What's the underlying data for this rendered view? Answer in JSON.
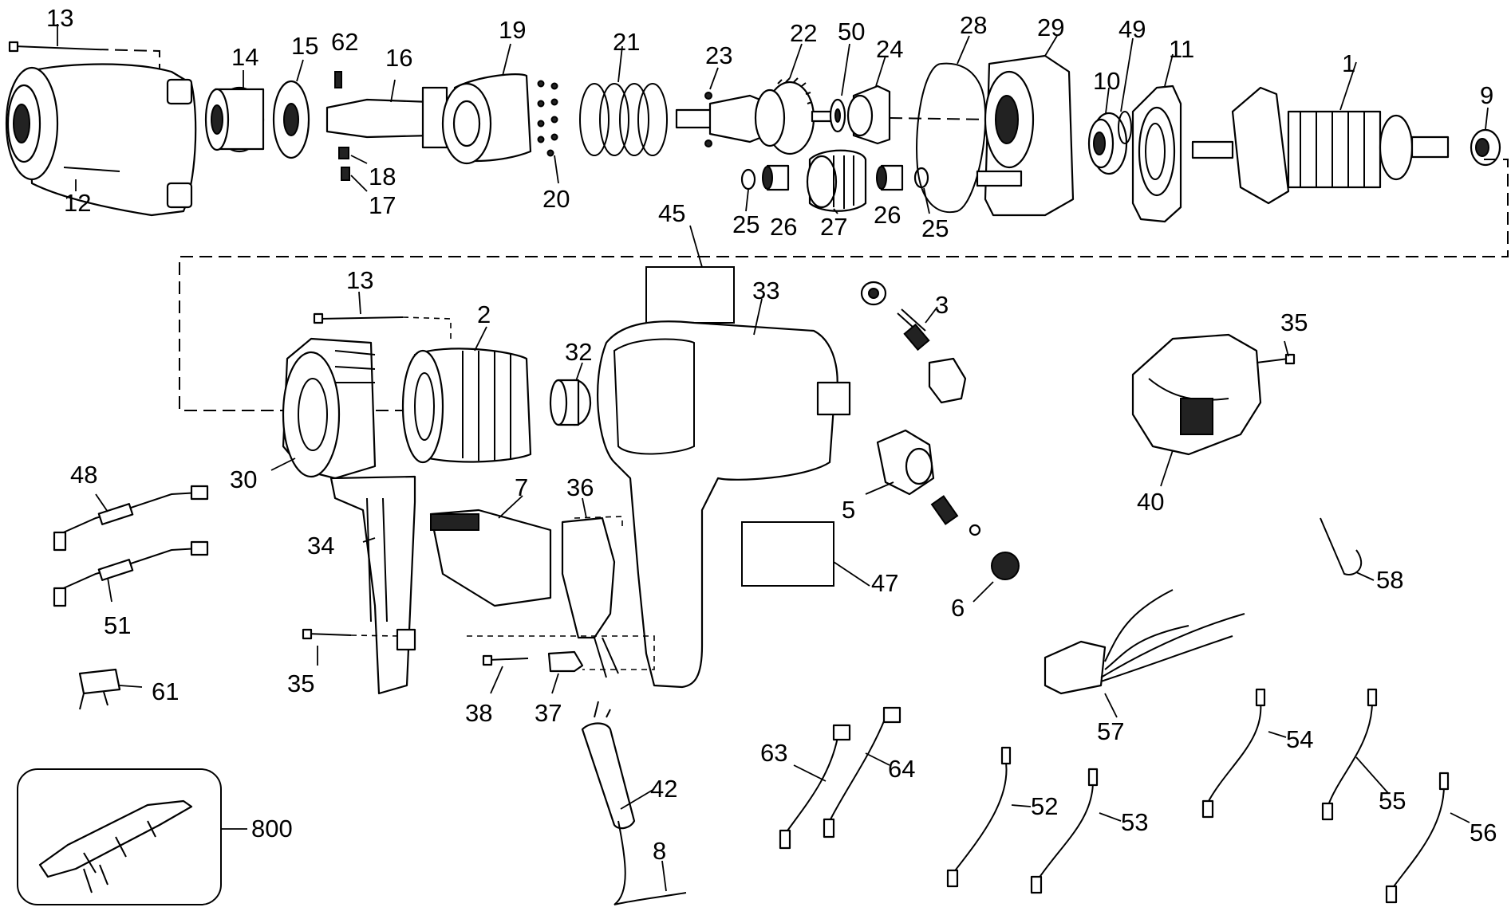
{
  "callouts": {
    "c1": "1",
    "c2": "2",
    "c3": "3",
    "c5": "5",
    "c6": "6",
    "c7": "7",
    "c8": "8",
    "c9": "9",
    "c10": "10",
    "c11": "11",
    "c12": "12",
    "c13a": "13",
    "c13b": "13",
    "c14": "14",
    "c15": "15",
    "c16": "16",
    "c17": "17",
    "c18": "18",
    "c19": "19",
    "c20": "20",
    "c21": "21",
    "c22": "22",
    "c23": "23",
    "c24": "24",
    "c25a": "25",
    "c25b": "25",
    "c26a": "26",
    "c26b": "26",
    "c27": "27",
    "c28": "28",
    "c29": "29",
    "c30": "30",
    "c32": "32",
    "c33": "33",
    "c34": "34",
    "c35a": "35",
    "c35b": "35",
    "c36": "36",
    "c37": "37",
    "c38": "38",
    "c40": "40",
    "c42": "42",
    "c45": "45",
    "c47": "47",
    "c48": "48",
    "c49": "49",
    "c50": "50",
    "c51": "51",
    "c52": "52",
    "c53": "53",
    "c54": "54",
    "c55": "55",
    "c56": "56",
    "c57": "57",
    "c58": "58",
    "c61": "61",
    "c62": "62",
    "c63": "63",
    "c64": "64",
    "c800": "800"
  }
}
